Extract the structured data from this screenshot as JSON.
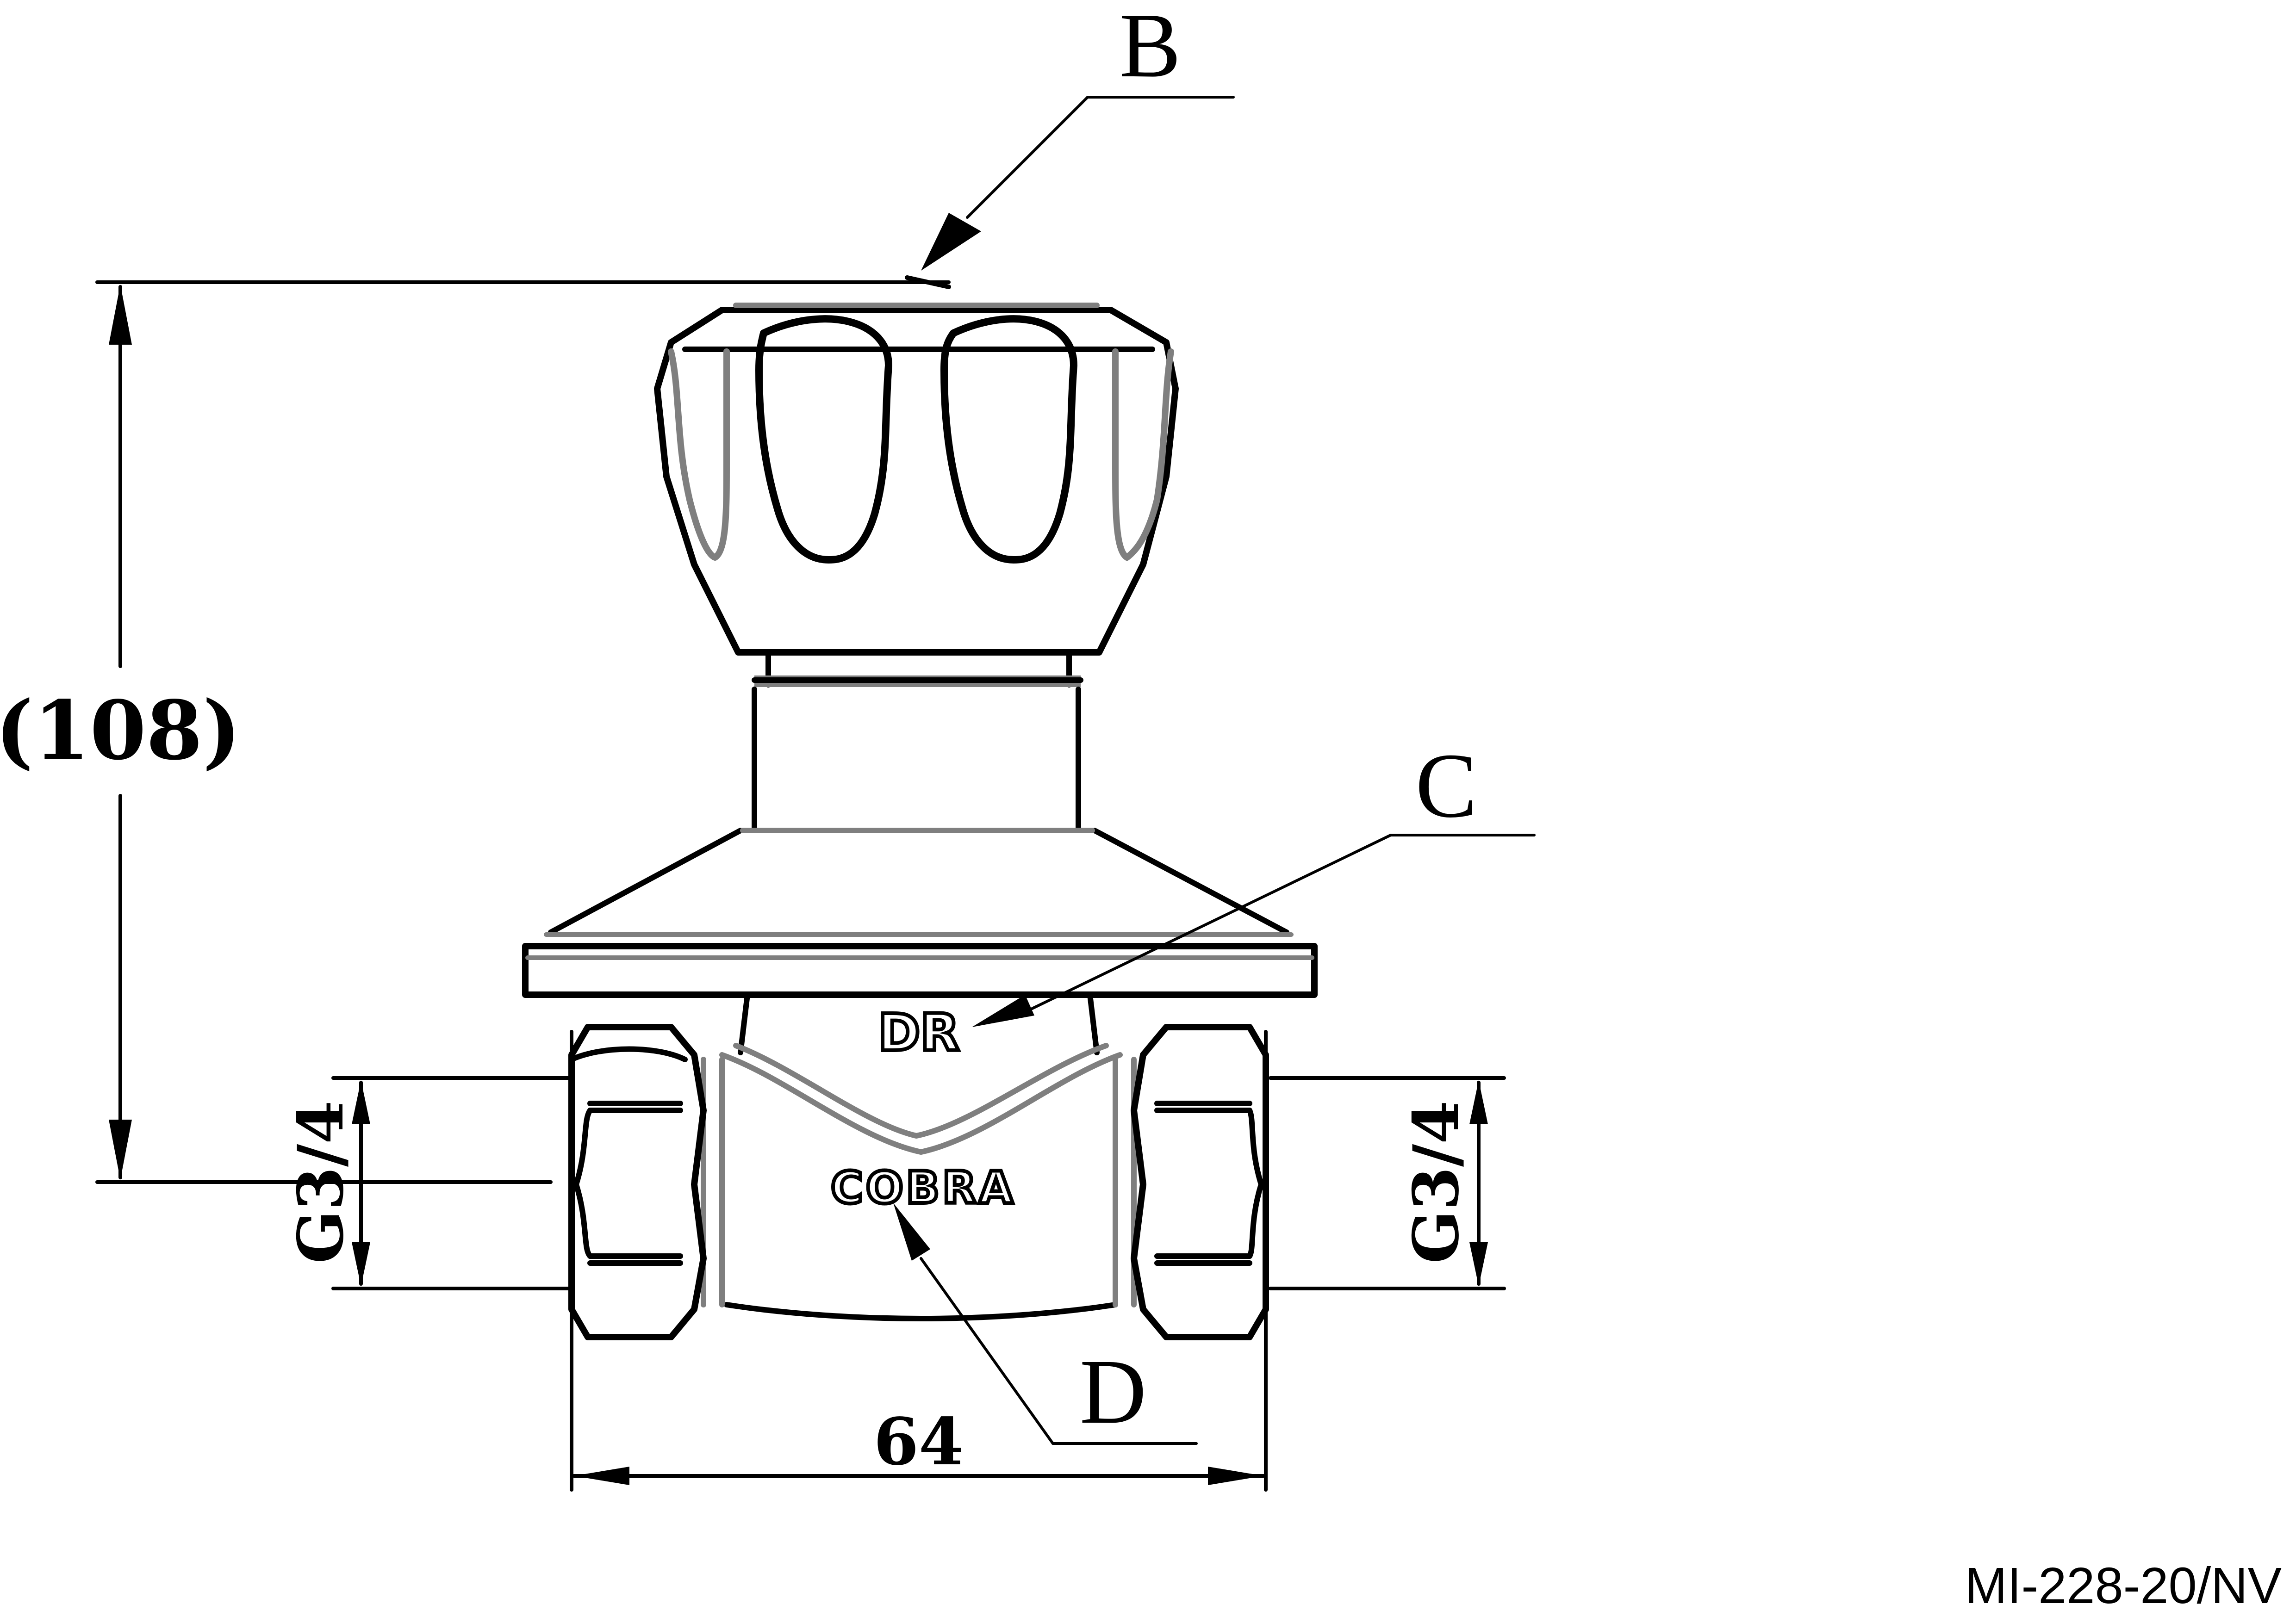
{
  "drawing": {
    "callouts": {
      "b": "B",
      "c": "C",
      "d": "D"
    },
    "dimensions": {
      "height": "(108)",
      "width": "64",
      "thread_left": "G3/4",
      "thread_right": "G3/4"
    },
    "markings": {
      "body_top": "DR",
      "body_brand": "COBRA"
    },
    "drawing_number": "MI-228-20/NV"
  }
}
